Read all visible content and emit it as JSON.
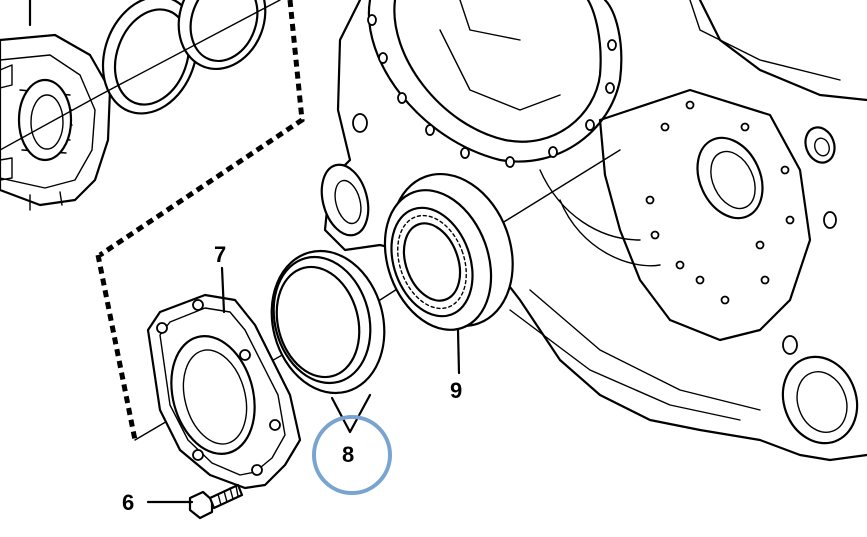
{
  "callouts": {
    "part_6": "6",
    "part_7": "7",
    "part_8": "8",
    "part_9": "9"
  },
  "colors": {
    "line": "#000000",
    "background": "#ffffff",
    "highlight_circle": "#7aa4d0"
  }
}
